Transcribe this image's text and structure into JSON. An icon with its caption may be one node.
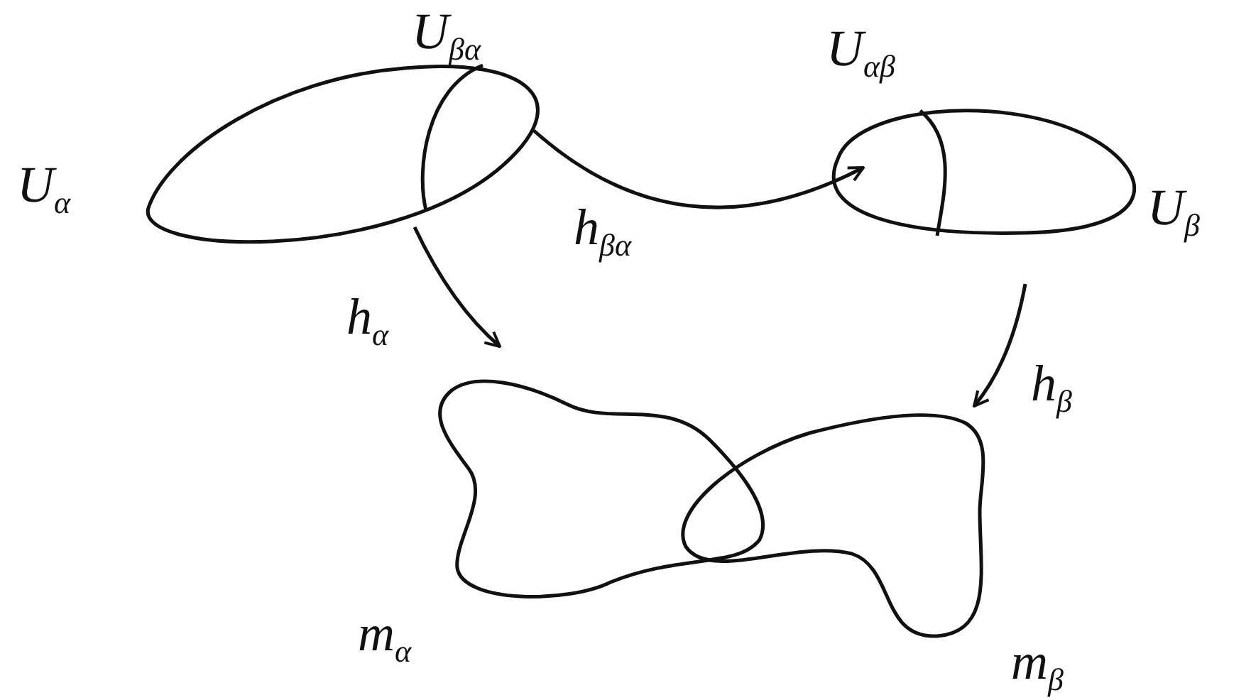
{
  "diagram": {
    "nodes": [
      {
        "text": [
          "U$_{α}$"
        ]
      },
      {
        "text": [],
        "shape": "region",
        "beside": [
          "U$_{βα}$"
        ],
        "in": 0
      },
      {
        "text": [
          "U$_{β}$"
        ]
      },
      {
        "text": [],
        "shape": "region",
        "beside": [
          "U$_{αβ}$"
        ],
        "in": 2
      },
      {
        "text": [
          "m$_{α}$"
        ]
      },
      {
        "text": [
          "m$_{β}$"
        ]
      }
    ],
    "edges": [
      {
        "from": 1,
        "to": 3,
        "arrow": "to",
        "label": "h$_{βα}$"
      },
      {
        "from": 0,
        "to": 4,
        "arrow": "to",
        "label": "h$_{α}$"
      },
      {
        "from": 2,
        "to": 5,
        "arrow": "to",
        "label": "h$_{β}$"
      }
    ]
  }
}
